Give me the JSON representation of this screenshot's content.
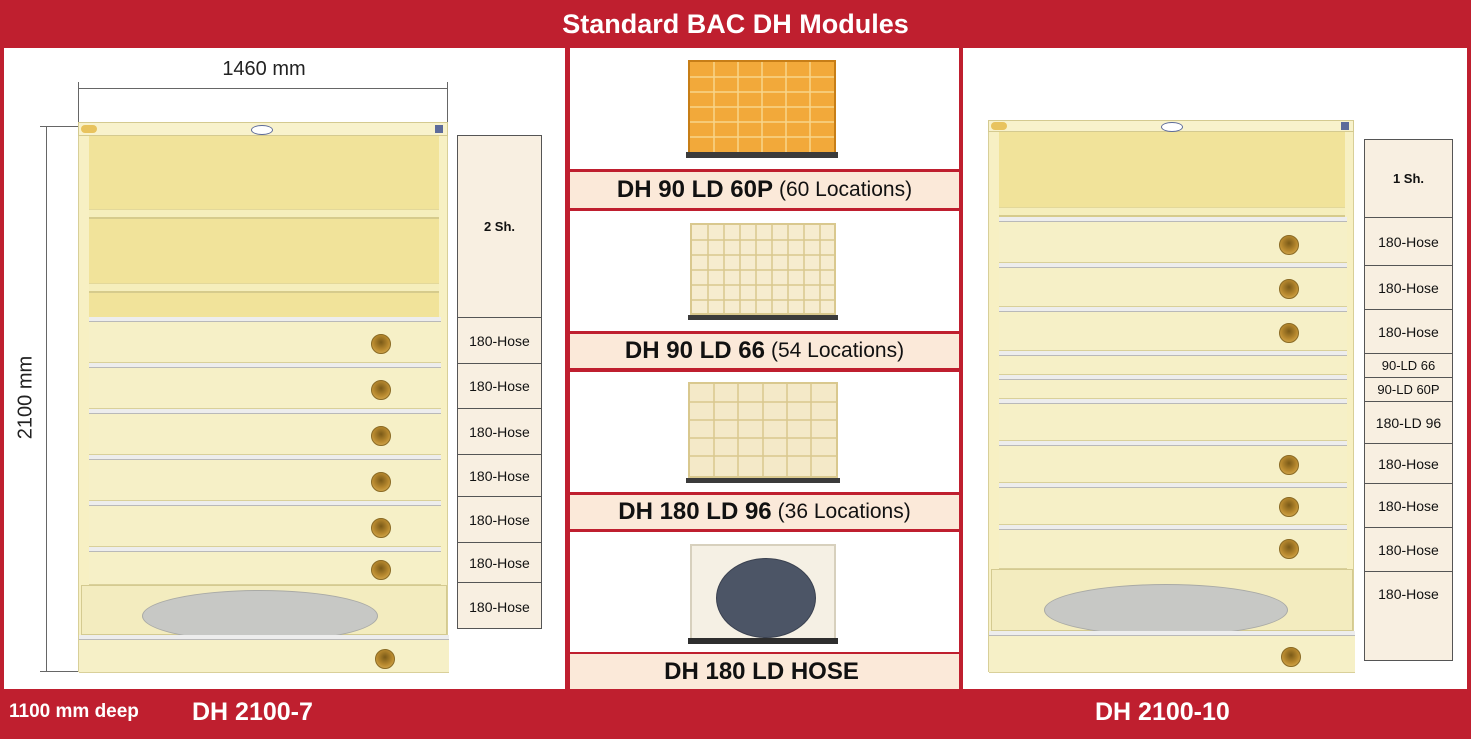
{
  "header": {
    "title": "Standard BAC DH Modules"
  },
  "left_cabinet": {
    "width_label": "1460 mm",
    "height_label": "2100 mm",
    "labels": [
      "2 Sh.",
      "180-Hose",
      "180-Hose",
      "180-Hose",
      "180-Hose",
      "180-Hose",
      "180-Hose",
      "180-Hose"
    ]
  },
  "modules": [
    {
      "name": "DH 90 LD 60P",
      "locations": "(60 Locations)"
    },
    {
      "name": "DH 90 LD 66",
      "locations": "(54 Locations)"
    },
    {
      "name": "DH 180 LD 96",
      "locations": "(36 Locations)"
    },
    {
      "name": "DH 180 LD HOSE",
      "locations": ""
    }
  ],
  "right_cabinet": {
    "labels": [
      "1 Sh.",
      "180-Hose",
      "180-Hose",
      "180-Hose",
      "90-LD 66",
      "90-LD 60P",
      "180-LD 96",
      "180-Hose",
      "180-Hose",
      "180-Hose",
      "180-Hose"
    ]
  },
  "footer": {
    "depth": "1100 mm deep",
    "left_model": "DH 2100-7",
    "right_model": "DH 2100-10"
  },
  "colors": {
    "brand_red": "#bf1f2f",
    "caption_bg": "#fbe9d9",
    "cabinet": "#f7f0c3"
  }
}
